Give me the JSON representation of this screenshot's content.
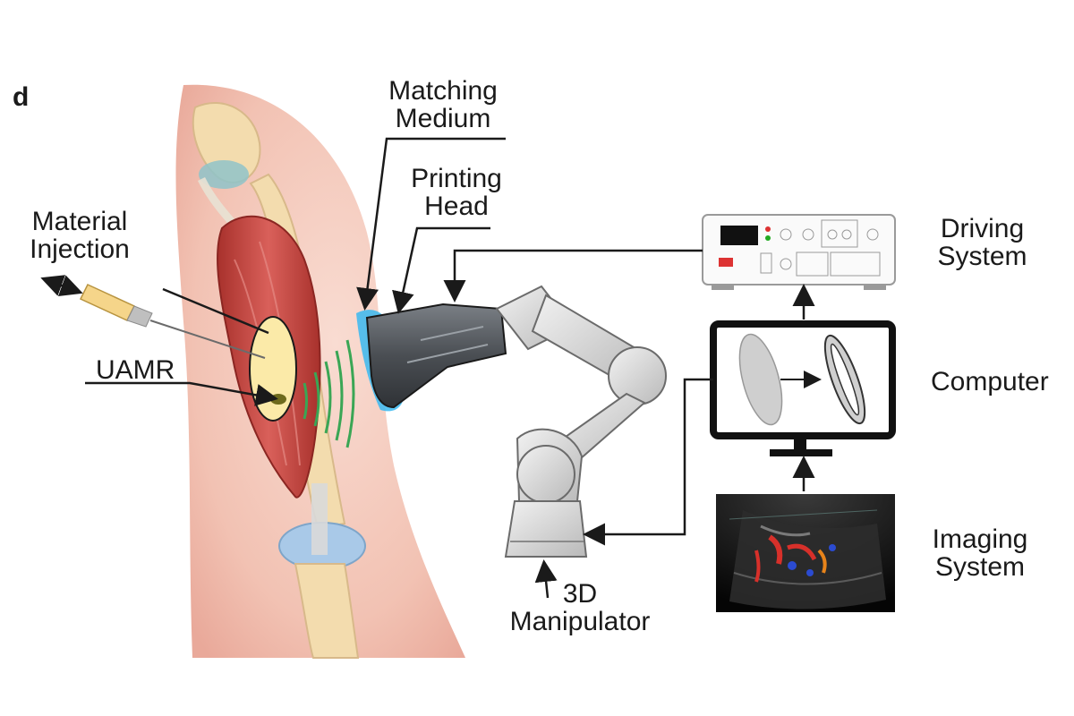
{
  "panel_letter": "d",
  "labels": {
    "matching_medium": [
      "Matching",
      "Medium"
    ],
    "printing_head": [
      "Printing",
      "Head"
    ],
    "material_injection": [
      "Material",
      "Injection"
    ],
    "uamr": "UAMR",
    "driving_system": [
      "Driving",
      "System"
    ],
    "computer": "Computer",
    "imaging_system": [
      "Imaging",
      "System"
    ],
    "manipulator": [
      "3D",
      "Manipulator"
    ]
  },
  "colors": {
    "skin": "#f4c8bb",
    "muscle": "#c8473f",
    "bone": "#f3dcae",
    "cartilage": "#a9c9e8",
    "probe": "#5a5e63",
    "robot_arm": "#d6d6d6",
    "acoustic_wave": "#3aa655",
    "matching_gel": "#39b8f0",
    "arrow": "#1a1a1a"
  }
}
